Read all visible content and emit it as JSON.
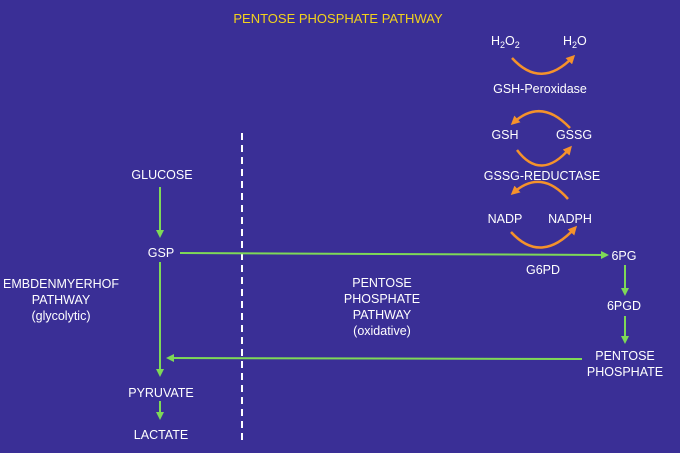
{
  "title": "PENTOSE PHOSPHATE PATHWAY",
  "colors": {
    "background": "#3a2f96",
    "green_arrow": "#7ed957",
    "orange_arrow": "#f5922b",
    "title": "#f2d21c",
    "text": "#ffffff"
  },
  "nodes": {
    "glucose": "GLUCOSE",
    "gsp": "GSP",
    "pyruvate": "PYRUVATE",
    "lactate": "LACTATE",
    "pg6": "6PG",
    "pgd6": "6PGD",
    "pentose_1": "PENTOSE",
    "pentose_2": "PHOSPHATE",
    "g6pd": "G6PD",
    "nadp": "NADP",
    "nadph": "NADPH",
    "gssg_reductase": "GSSG-REDUCTASE",
    "gsh": "GSH",
    "gssg": "GSSG",
    "gsh_peroxidase": "GSH-Peroxidase",
    "h2o2_base": "H",
    "h2o2_sub1": "2",
    "h2o2_mid": "O",
    "h2o2_sub2": "2",
    "h2o_base": "H",
    "h2o_sub": "2",
    "h2o_tail": "O"
  },
  "labels": {
    "embden_1": "EMBDENMYERHOF",
    "embden_2": "PATHWAY",
    "embden_3": "(glycolytic)",
    "ppp_1": "PENTOSE",
    "ppp_2": "PHOSPHATE",
    "ppp_3": "PATHWAY",
    "ppp_4": "(oxidative)"
  }
}
